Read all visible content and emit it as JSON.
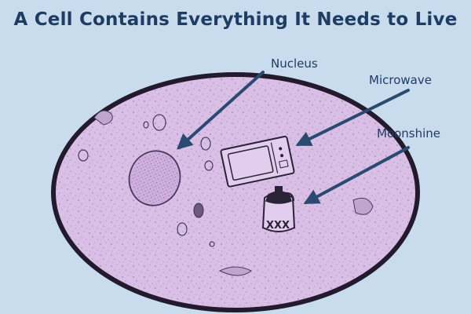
{
  "title": "A Cell Contains Everything It Needs to Live",
  "labels": {
    "nucleus": "Nucleus",
    "microwave": "Microwave",
    "moonshine": "Moonshine"
  },
  "jug_marking": "XXX",
  "colors": {
    "background": "#c9dcee",
    "title": "#1f3c62",
    "arrow": "#2b4a6f",
    "cytoplasm": "#d9bfe6",
    "membrane": "#231a2e",
    "organelle_outline": "#4a3a5a"
  }
}
